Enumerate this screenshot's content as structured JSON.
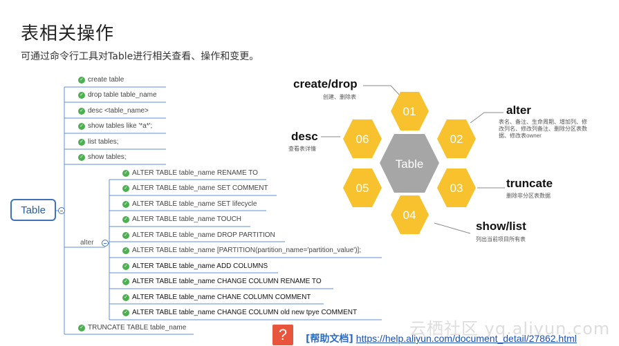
{
  "title": "表相关操作",
  "subtitle": "可通过命令行工具对Table进行相关查看、操作和变更。",
  "tree": {
    "root": "Table",
    "alter_label": "alter",
    "top_items": [
      "create table",
      "drop table table_name",
      "desc <table_name>",
      "show tables like '*a*';",
      "list tables;",
      "show tables;"
    ],
    "alter_items": [
      "ALTER TABLE table_name RENAME TO",
      "ALTER TABLE table_name SET COMMENT",
      "ALTER TABLE table_name SET lifecycle",
      "ALTER TABLE table_name TOUCH",
      "ALTER TABLE table_name DROP PARTITION",
      "ALTER TABLE table_name [PARTITION(partition_name='partition_value')];",
      "ALTER TABLE table_name ADD COLUMNS",
      "ALTER TABLE table_name CHANGE COLUMN RENAME TO",
      "ALTER TABLE table_name CHANE COLUMN COMMENT",
      "ALTER TABLE table_name CHANGE COLUMN old new tpye COMMENT"
    ],
    "bottom_item": "TRUNCATE TABLE table_name"
  },
  "hex": {
    "center": "Table",
    "numbers": [
      "01",
      "02",
      "03",
      "04",
      "05",
      "06"
    ],
    "labels": {
      "create_drop": "create/drop",
      "create_drop_desc": "创建、删除表",
      "alter": "alter",
      "alter_desc_1": "表名、备注、生命周期、增加列、修",
      "alter_desc_2": "改列名、修改列备注、删除分区表数",
      "alter_desc_3": "据、修改表owner",
      "truncate": "truncate",
      "truncate_desc": "删除非分区表数据",
      "show_list": "show/list",
      "show_list_desc": "列出当前项目所有表",
      "desc": "desc",
      "desc_desc": "查看表详情"
    },
    "colors": {
      "yellow": "#f7c22e",
      "gray": "#a6a6a6"
    }
  },
  "help": {
    "icon": "?",
    "tag": "[帮助文档]",
    "link": "https://help.aliyun.com/document_detail/27862.html"
  },
  "watermark": "云栖社区 yq.aliyun.com"
}
